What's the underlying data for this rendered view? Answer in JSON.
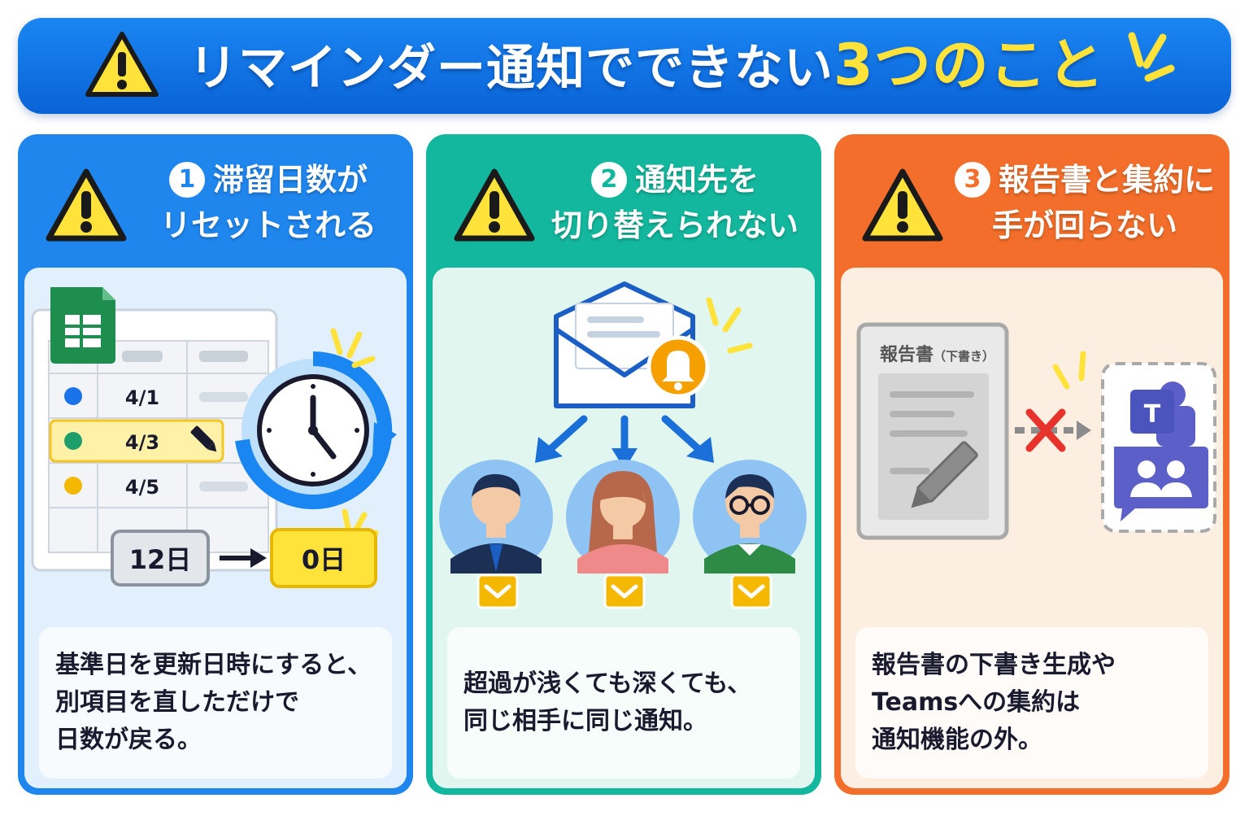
{
  "banner": {
    "title_main": "リマインダー通知でできない",
    "title_accent": "3つのこと",
    "icon": "warning-icon"
  },
  "colors": {
    "blue": "#1f86ee",
    "teal": "#13b79d",
    "orange": "#f26e2a",
    "yellow": "#ffe23a"
  },
  "panels": [
    {
      "number": "1",
      "title_line1": "滞留日数が",
      "title_line2": "リセットされる",
      "sheet": {
        "dates": [
          "4/1",
          "4/3",
          "4/5"
        ]
      },
      "before": "12日",
      "after": "0日",
      "description": [
        "基準日を更新日時にすると、",
        "別項目を直しただけで",
        "日数が戻る。"
      ]
    },
    {
      "number": "2",
      "title_line1": "通知先を",
      "title_line2": "切り替えられない",
      "description": [
        "超過が浅くても深くても、",
        "同じ相手に同じ通知。"
      ]
    },
    {
      "number": "3",
      "title_line1": "報告書と集約に",
      "title_line2": "手が回らない",
      "report_label": "報告書",
      "report_sub": "（下書き）",
      "teams_letter": "T",
      "description": [
        "報告書の下書き生成や",
        "Teamsへの集約は",
        "通知機能の外。"
      ]
    }
  ]
}
